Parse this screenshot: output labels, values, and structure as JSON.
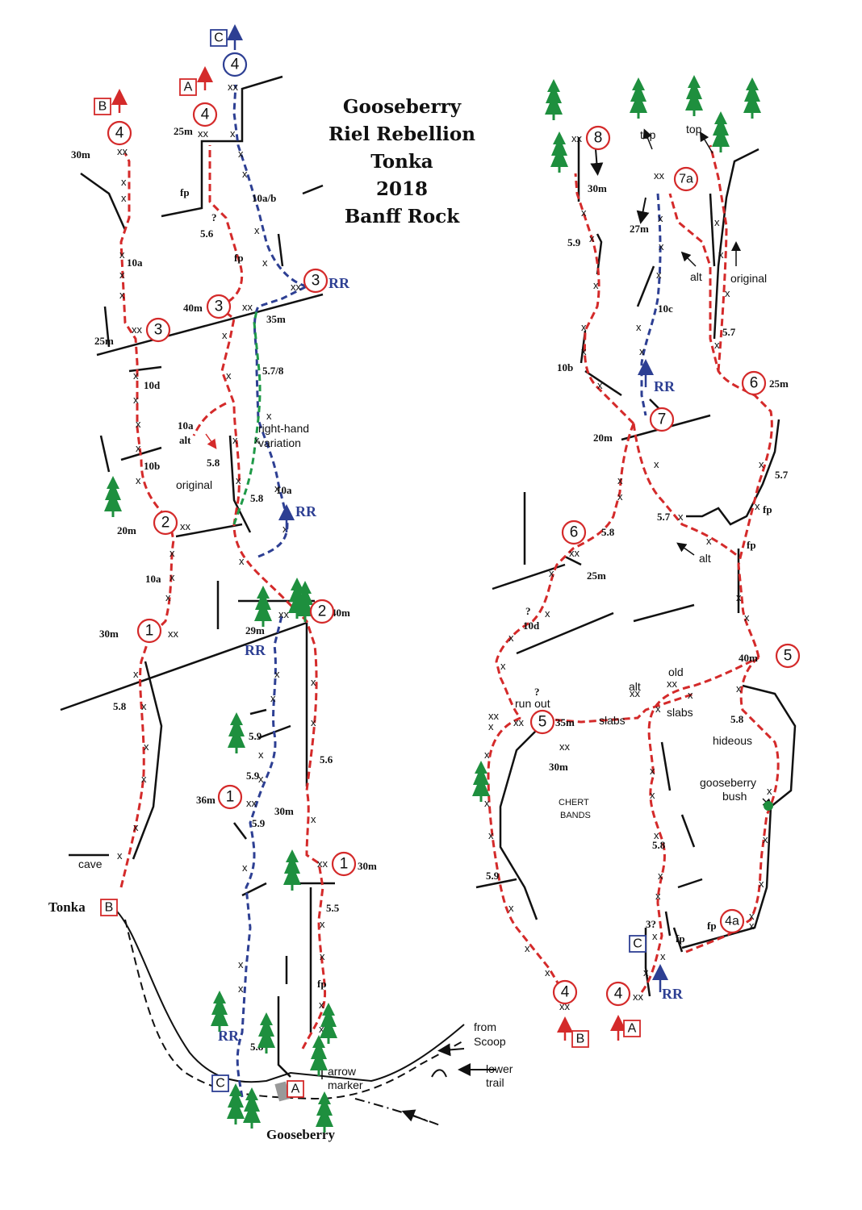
{
  "title": {
    "lines": [
      "Gooseberry",
      "Riel Rebellion",
      "Tonka",
      "2018",
      "Banff Rock"
    ]
  },
  "colors": {
    "gooseberry_route": "#d42a2a",
    "riel_rebellion_route": "#2d3f93",
    "variation_route": "#1f9a48",
    "rock": "#111111",
    "tree": "#1e8f3e"
  },
  "icons": [
    "tree-icon",
    "arrow-up-icon",
    "rappel-arrow-icon",
    "bush-icon",
    "trail-marker-icon"
  ],
  "labels": {
    "tonka": "Tonka",
    "gooseberry": "Gooseberry",
    "cave": "cave",
    "from_scoop_1": "from",
    "from_scoop_2": "Scoop",
    "lower_trail_1": "lower",
    "lower_trail_2": "trail",
    "arrow_marker_1": "arrow",
    "arrow_marker_2": "marker",
    "right_hand_1": "right-hand",
    "right_hand_2": "variation",
    "original_left": "original",
    "original_right": "original",
    "top1": "top",
    "top2": "top",
    "alt": "alt",
    "old": "old",
    "slabs": "slabs",
    "run_out": "run out",
    "hideous": "hideous",
    "gooseberry_bush_1": "gooseberry",
    "gooseberry_bush_2": "bush",
    "chert_1": "CHERT",
    "chert_2": "BANDS",
    "rr": "RR",
    "fp": "fp",
    "q": "?",
    "q3": "3?"
  },
  "grades": {
    "g10a": "10a",
    "g10d": "10d",
    "g10b": "10b",
    "g10ab": "10a/b",
    "g56": "5.6",
    "g578": "5.7/8",
    "g58": "5.8",
    "g59": "5.9",
    "g55": "5.5",
    "g57": "5.7",
    "g10c": "10c",
    "g10a_alt": "10a",
    "g10alt": "alt"
  },
  "lengths": {
    "m30": "30m",
    "m25": "25m",
    "m40": "40m",
    "m35": "35m",
    "m20": "20m",
    "m29": "29m",
    "m36": "36m",
    "m27": "27m"
  },
  "belays": {
    "n1": "1",
    "n2": "2",
    "n3": "3",
    "n4": "4",
    "n5": "5",
    "n6": "6",
    "n7": "7",
    "n7a": "7a",
    "n8": "8",
    "n4a": "4a"
  },
  "start_markers": {
    "A": "A",
    "B": "B",
    "C": "C"
  }
}
